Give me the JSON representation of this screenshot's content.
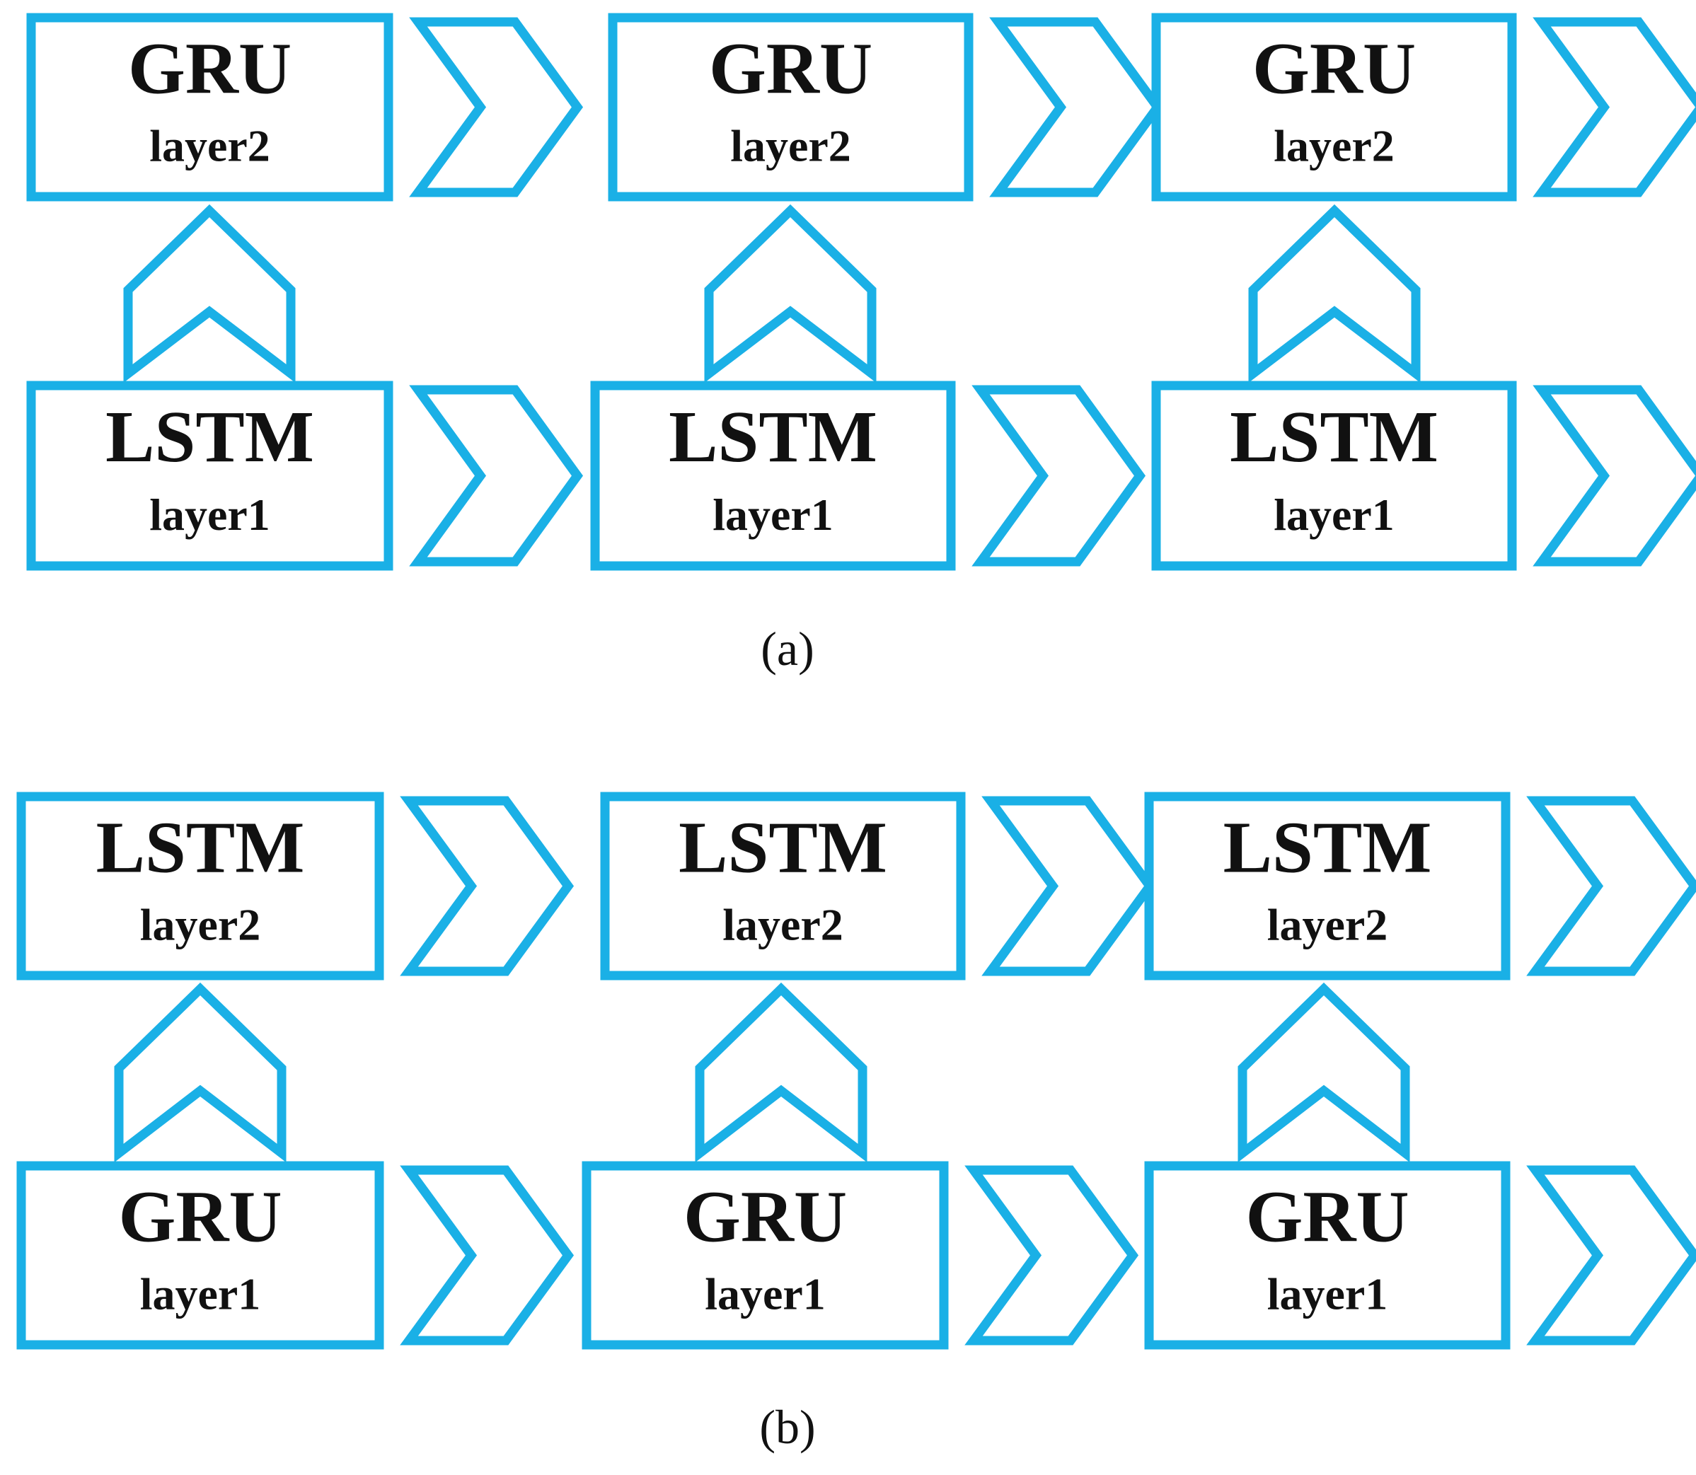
{
  "panels": [
    {
      "caption": "(a)",
      "caption_letter": "a",
      "top_row": {
        "type": "GRU",
        "layer": "layer2"
      },
      "bottom_row": {
        "type": "LSTM",
        "layer": "layer1"
      },
      "columns": 3
    },
    {
      "caption": "(b)",
      "caption_letter": "b",
      "top_row": {
        "type": "LSTM",
        "layer": "layer2"
      },
      "bottom_row": {
        "type": "GRU",
        "layer": "layer1"
      },
      "columns": 3
    }
  ],
  "colors": {
    "stroke": "#1ab0e6",
    "text": "#111111",
    "background": "#ffffff"
  },
  "icons": {
    "forward": "chevron-right-icon",
    "upward": "chevron-up-icon"
  }
}
